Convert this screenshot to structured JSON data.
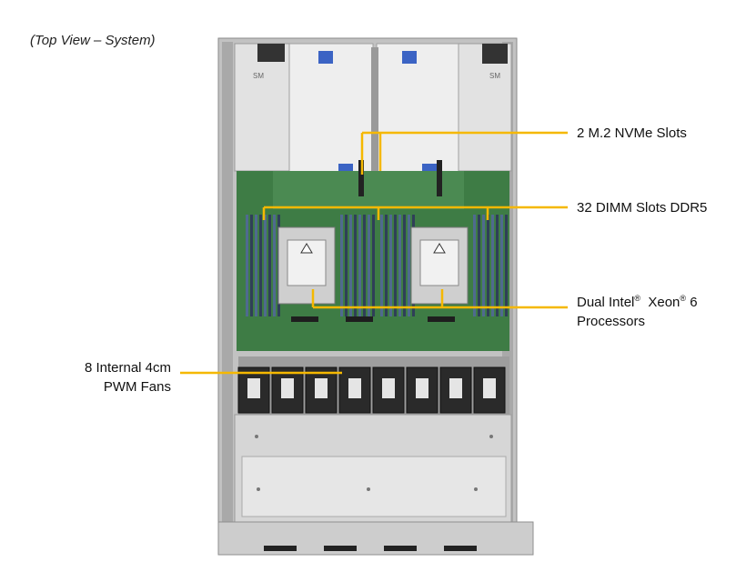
{
  "caption": "(Top View – System)",
  "callouts": {
    "m2": "2 M.2 NVMe Slots",
    "dimm": "32 DIMM Slots DDR5",
    "cpu_prefix": "Dual Intel",
    "cpu_mid": "Xeon",
    "cpu_suffix": "6",
    "cpu_line2": "Processors",
    "reg": "®",
    "fans_line1": "8 Internal  4cm",
    "fans_line2": "PWM Fans"
  },
  "colors": {
    "callout_line": "#f5b800",
    "board": "#3e7c45",
    "chassis": "#b4b4b4",
    "fan": "#2a2a2a",
    "shroud": "#e8e8e8"
  }
}
